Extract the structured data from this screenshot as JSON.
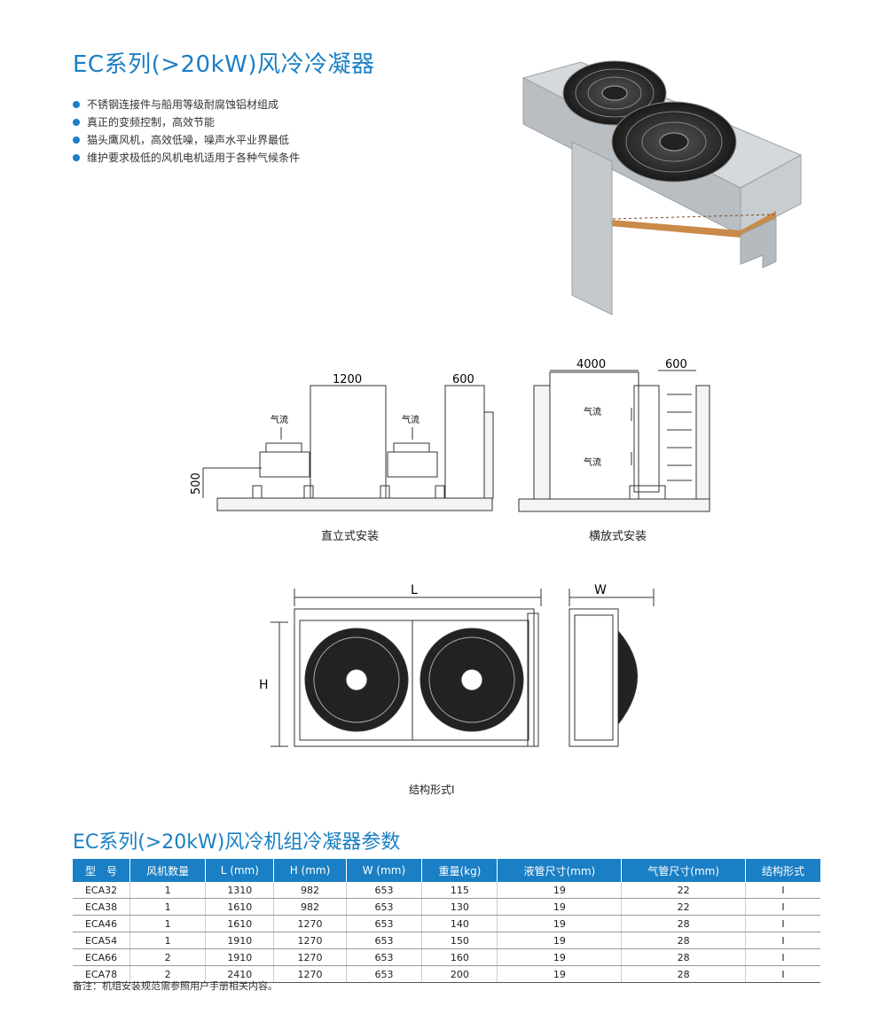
{
  "page": {
    "title": "EC系列(>20kW)风冷冷凝器",
    "features": [
      "不锈钢连接件与船用等级耐腐蚀铝材组成",
      "真正的变频控制，高效节能",
      "猫头鹰风机，高效低噪，噪声水平业界最低",
      "维护要求极低的风机电机适用于各种气候条件"
    ]
  },
  "install": {
    "vertical": {
      "caption": "直立式安装",
      "dim_gap": "1200",
      "dim_wall": "600",
      "dim_height": "500",
      "airflow": "气流"
    },
    "horizontal": {
      "caption": "横放式安装",
      "dim_width": "4000",
      "dim_wall": "600",
      "airflow": "气流"
    }
  },
  "structure": {
    "caption": "结构形式Ⅰ",
    "dim_L": "L",
    "dim_H": "H",
    "dim_W": "W"
  },
  "table": {
    "title": "EC系列(>20kW)风冷机组冷凝器参数",
    "headers": [
      "型　号",
      "风机数量",
      "L (mm)",
      "H (mm)",
      "W (mm)",
      "重量(kg)",
      "液管尺寸(mm)",
      "气管尺寸(mm)",
      "结构形式"
    ],
    "rows": [
      [
        "ECA32",
        "1",
        "1310",
        "982",
        "653",
        "115",
        "19",
        "22",
        "Ⅰ"
      ],
      [
        "ECA38",
        "1",
        "1610",
        "982",
        "653",
        "130",
        "19",
        "22",
        "Ⅰ"
      ],
      [
        "ECA46",
        "1",
        "1610",
        "1270",
        "653",
        "140",
        "19",
        "28",
        "Ⅰ"
      ],
      [
        "ECA54",
        "1",
        "1910",
        "1270",
        "653",
        "150",
        "19",
        "28",
        "Ⅰ"
      ],
      [
        "ECA66",
        "2",
        "1910",
        "1270",
        "653",
        "160",
        "19",
        "28",
        "Ⅰ"
      ],
      [
        "ECA78",
        "2",
        "2410",
        "1270",
        "653",
        "200",
        "19",
        "28",
        "Ⅰ"
      ]
    ],
    "note": "备注：机组安装规范需参照用户手册相关内容。"
  },
  "colors": {
    "accent": "#1a7fc4"
  }
}
